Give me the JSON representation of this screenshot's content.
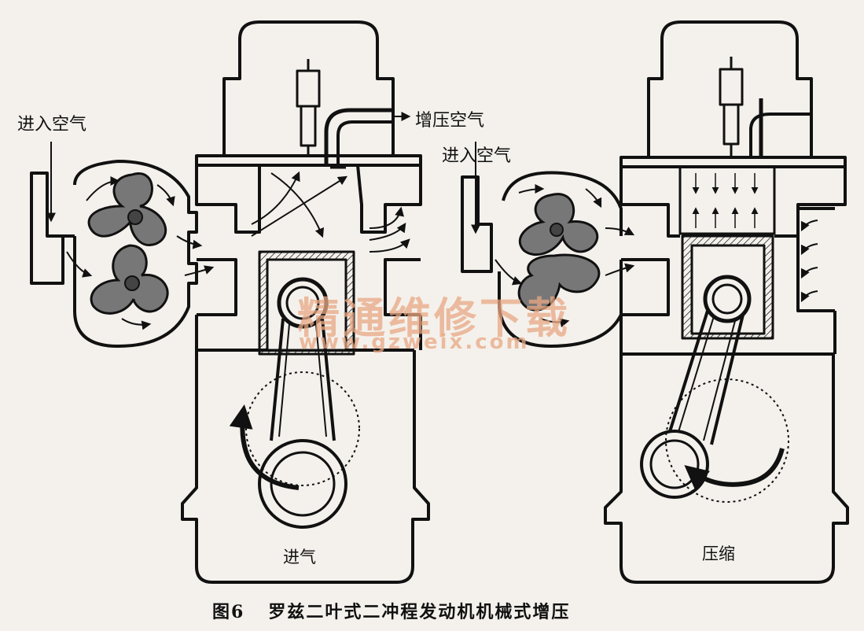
{
  "labels": {
    "intake_air_left": "进入空气",
    "boost_air": "增压空气",
    "intake_air_right": "进入空气",
    "stage_intake": "进气",
    "stage_compression": "压缩"
  },
  "watermark": {
    "title": "精通维修下载",
    "url": "www.gzweix.com"
  },
  "caption": {
    "figure_number": "图6",
    "figure_title": "罗兹二叶式二冲程发动机机械式增压"
  },
  "colors": {
    "background": "#f4f1ec",
    "line": "#111111",
    "rotor_fill": "#777777",
    "watermark": "#e9a884"
  }
}
